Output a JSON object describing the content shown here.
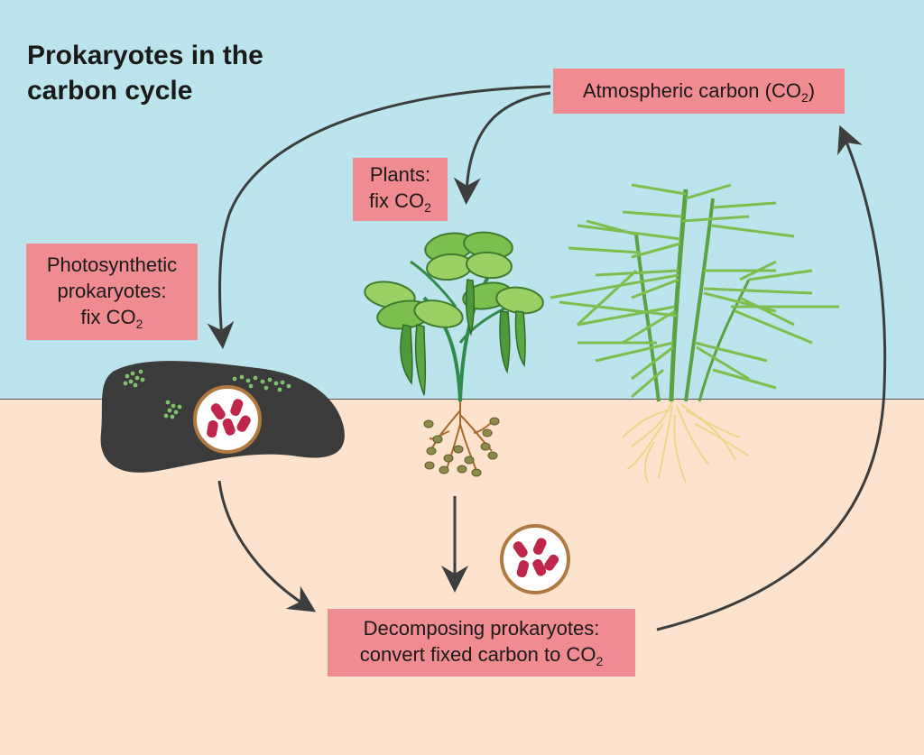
{
  "title": {
    "line1": "Prokaryotes in the",
    "line2": "carbon cycle"
  },
  "labels": {
    "atmospheric": {
      "text": "Atmospheric carbon (CO",
      "sub": "2",
      "suffix": ")"
    },
    "plants": {
      "line1": "Plants:",
      "line2_text": "fix CO",
      "line2_sub": "2"
    },
    "photosynthetic": {
      "line1": "Photosynthetic",
      "line2": "prokaryotes:",
      "line3_text": "fix CO",
      "line3_sub": "2"
    },
    "decomposing": {
      "line1": "Decomposing prokaryotes:",
      "line2_text": "convert fixed carbon to CO",
      "line2_sub": "2"
    }
  },
  "colors": {
    "sky": "#bce4ec",
    "soil": "#fde3cd",
    "label_box": "#f08c91",
    "arrow": "#3d3d3d",
    "rock": "#3b3b3b",
    "cyanobacteria": "#7dc36b",
    "bacteria_cell": "#c0254a",
    "bacteria_ring": "#b0793f",
    "leaf": "#7dbf4f",
    "leaf_dark": "#4e9a3a",
    "root_brown": "#a86a2c",
    "root_yellow": "#e9d889",
    "nodule": "#8d8a4a"
  },
  "icons": [
    "rock-icon",
    "cyanobacteria-icon",
    "bacteria-icon",
    "bean-plant-icon",
    "grass-plant-icon",
    "roots-icon",
    "arrow-icon"
  ]
}
